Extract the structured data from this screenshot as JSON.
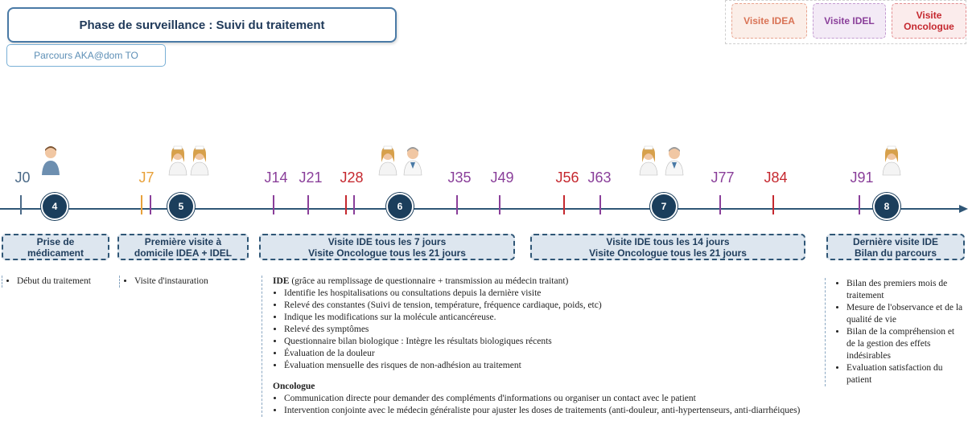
{
  "header": {
    "title": "Phase de surveillance : Suivi du traitement",
    "subtitle": "Parcours AKA@dom TO"
  },
  "legend": [
    {
      "label": "Visite IDEA",
      "color": "#d97355"
    },
    {
      "label": "Visite IDEL",
      "color": "#8a3f9a"
    },
    {
      "label": "Visite Oncologue",
      "color": "#c5282f"
    }
  ],
  "timeline": {
    "days": [
      {
        "label": "J0",
        "color": "#4b6a88"
      },
      {
        "label": "J7",
        "color": "#e8a13a"
      },
      {
        "label": "J14",
        "color": "#8a3f9a"
      },
      {
        "label": "J21",
        "color": "#8a3f9a"
      },
      {
        "label": "J28",
        "color": "#c5282f"
      },
      {
        "label": "J35",
        "color": "#8a3f9a"
      },
      {
        "label": "J49",
        "color": "#8a3f9a"
      },
      {
        "label": "J56",
        "color": "#c5282f"
      },
      {
        "label": "J63",
        "color": "#8a3f9a"
      },
      {
        "label": "J77",
        "color": "#8a3f9a"
      },
      {
        "label": "J84",
        "color": "#c5282f"
      },
      {
        "label": "J91",
        "color": "#8a3f9a"
      }
    ],
    "steps": [
      "4",
      "5",
      "6",
      "7",
      "8"
    ],
    "line_color": "#2f5676"
  },
  "phases": [
    {
      "line1": "Prise de",
      "line2": "médicament"
    },
    {
      "line1": "Première visite à",
      "line2": "domicile IDEA + IDEL"
    },
    {
      "line1": "Visite IDE tous les 7 jours",
      "line2": "Visite Oncologue tous les 21 jours"
    },
    {
      "line1": "Visite IDE tous les 14 jours",
      "line2": "Visite Oncologue tous les 21 jours"
    },
    {
      "line1": "Dernière visite IDE",
      "line2": "Bilan du parcours"
    }
  ],
  "notes": {
    "col1": [
      "Début du traitement"
    ],
    "col2": [
      "Visite d'instauration"
    ],
    "ide_title": "IDE",
    "ide_subtitle": " (grâce au remplissage de questionnaire + transmission au médecin traitant)",
    "ide_items": [
      "Identifie les hospitalisations ou consultations depuis la dernière visite",
      "Relevé des constantes (Suivi de tension, température, fréquence cardiaque, poids, etc)",
      "Indique les modifications sur la molécule anticancéreuse.",
      "Relevé des symptômes",
      "Questionnaire bilan biologique : Intègre les résultats biologiques récents",
      "Évaluation de la douleur",
      "Évaluation mensuelle des risques de non-adhésion au traitement"
    ],
    "onco_title": "Oncologue",
    "onco_items": [
      "Communication directe pour demander des compléments d'informations ou organiser un contact avec le patient",
      "Intervention conjointe avec le médecin généraliste pour ajuster les doses de traitements (anti-douleur, anti-hypertenseurs, anti-diarrhéiques)"
    ],
    "col5": [
      "Bilan des premiers mois de traitement",
      "Mesure de l'observance et de la qualité de vie",
      "Bilan de la compréhension et de la gestion des effets indésirables",
      "Evaluation satisfaction du patient"
    ]
  }
}
